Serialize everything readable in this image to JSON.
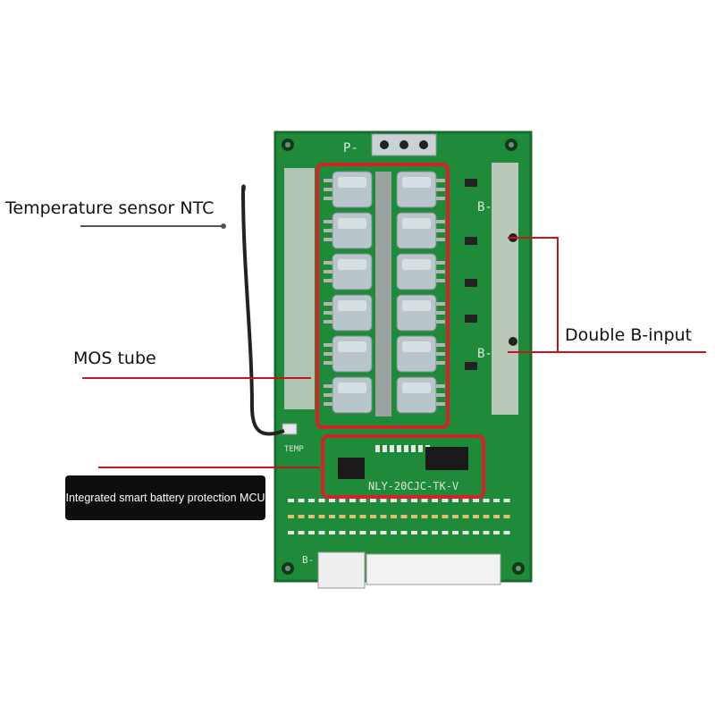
{
  "labels": {
    "temperature_sensor": "Temperature sensor NTC",
    "mos_tube": "MOS tube",
    "double_b_input": "Double B-input",
    "mcu": "Integrated smart battery protection MCU"
  },
  "silkscreen": {
    "p_minus": "P-",
    "b_minus_top": "B-",
    "b_minus_mid": "B-",
    "temp": "TEMP",
    "model": "NLY-20CJC-TK-V",
    "b_minus_bottom": "B-"
  },
  "colors": {
    "pcb": "#1f8a3a",
    "pcb_dark": "#176b2d",
    "highlight": "#d2232a",
    "callout_line": "#c4161c",
    "mosfet": "#b8c6cc"
  }
}
